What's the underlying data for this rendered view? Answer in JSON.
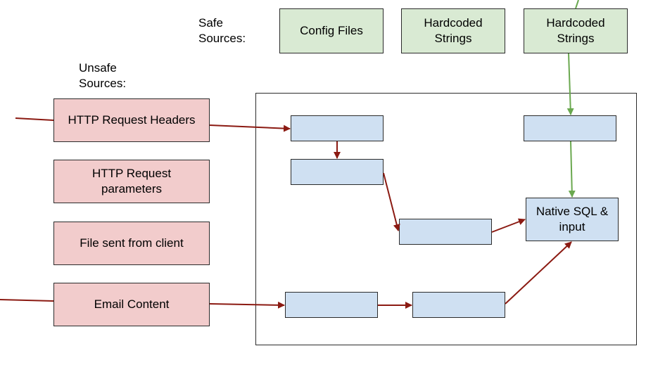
{
  "safe_sources": {
    "label": "Safe\nSources:",
    "items": [
      {
        "label": "Config Files"
      },
      {
        "label": "Hardcoded\nStrings"
      },
      {
        "label": "Hardcoded\nStrings"
      }
    ]
  },
  "unsafe_sources": {
    "label": "Unsafe\nSources:",
    "items": [
      {
        "label": "HTTP Request Headers"
      },
      {
        "label": "HTTP Request\nparameters"
      },
      {
        "label": "File sent from client"
      },
      {
        "label": "Email Content"
      }
    ]
  },
  "sink": {
    "label": "Native SQL &\ninput"
  },
  "colors": {
    "safe_fill": "#d9ead3",
    "unsafe_fill": "#f2cccc",
    "node_fill": "#cfe0f2",
    "unsafe_arrow": "#8b1a12",
    "safe_arrow": "#6aa84f"
  }
}
